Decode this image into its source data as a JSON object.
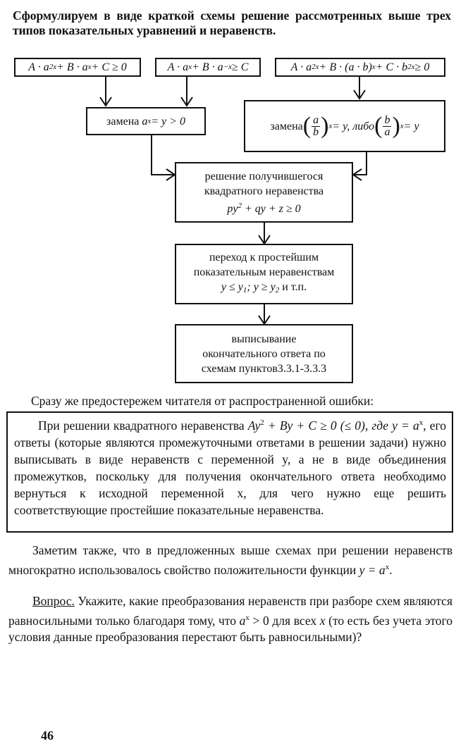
{
  "intro": "Сформулируем в виде краткой схемы решение рассмотренных выше трех типов показательных уравнений и неравенств.",
  "scheme": {
    "type1": {
      "pre": "A · a",
      "exp": "2x",
      "mid": " + B · a",
      "exp2": "x",
      "post": " + C ≥ 0"
    },
    "type2": {
      "pre": "A · a",
      "exp": "x",
      "mid": " + B · a",
      "exp2": "−x",
      "post": " ≥ C"
    },
    "type3": {
      "pre": "A · a",
      "exp": "2x",
      "mid": " + B · (a · b)",
      "exp2": "x",
      "post": " + C · b",
      "exp3": "2x",
      "post2": " ≥ 0"
    },
    "sub1": {
      "label": "замена ",
      "var": "a",
      "exp": "x",
      "rest": " = y > 0"
    },
    "sub2": {
      "label": "замена ",
      "num1": "a",
      "den1": "b",
      "exp": "x",
      "mid": " = y, либо ",
      "num2": "b",
      "den2": "a",
      "exp2": "x",
      "rest": " = y"
    },
    "quad": {
      "line1": "решение получившегося",
      "line2": "квадратного неравенства",
      "f_pre": "py",
      "f_exp": "2",
      "f_post": " + qy + z ≥ 0"
    },
    "simple": {
      "line1": "переход к простейшим",
      "line2": "показательным неравенствам",
      "y1": "y ≤ y",
      "sub1": "1",
      "y2": "; y ≥ y",
      "sub2": "2",
      "tail": " и т.п."
    },
    "answer": {
      "line1": "выписывание",
      "line2": "окончательного ответа по",
      "line3": "схемам пунктов3.3.1-3.3.3"
    }
  },
  "warning_intro": "Сразу же предостережем читателя от распространенной ошибки:",
  "warning": {
    "a": "При решении квадратного неравенства ",
    "f1": "Ay",
    "f1sup": "2",
    "f2": " + By + C ≥ 0 (≤ 0), где ",
    "f3": "y = a",
    "f3sup": "x",
    "b": ", его ответы (которые являются промежуточными ответами в решении задачи) нужно выписывать в виде неравенств с переменной y, а не в виде объединения промежутков, поскольку для получения окончательного ответа необходимо вернуться к исходной переменной x, для чего нужно еще решить соответствующие простейшие показательные неравенства."
  },
  "note": {
    "a": "Заметим также, что в предложенных выше схемах при решении неравенств многократно использовалось свойство положительности функции ",
    "f": "y = a",
    "sup": "x",
    "b": "."
  },
  "question": {
    "label": "Вопрос.",
    "a": " Укажите, какие преобразования неравенств при разборе схем являются равносильными только благодаря тому, что ",
    "f": "a",
    "sup": "x",
    "f2": " > 0",
    "b": " для всех ",
    "x": "x",
    "c": " (то есть без учета этого условия данные преобразования перестают быть равносильными)?"
  },
  "page_number": "46"
}
